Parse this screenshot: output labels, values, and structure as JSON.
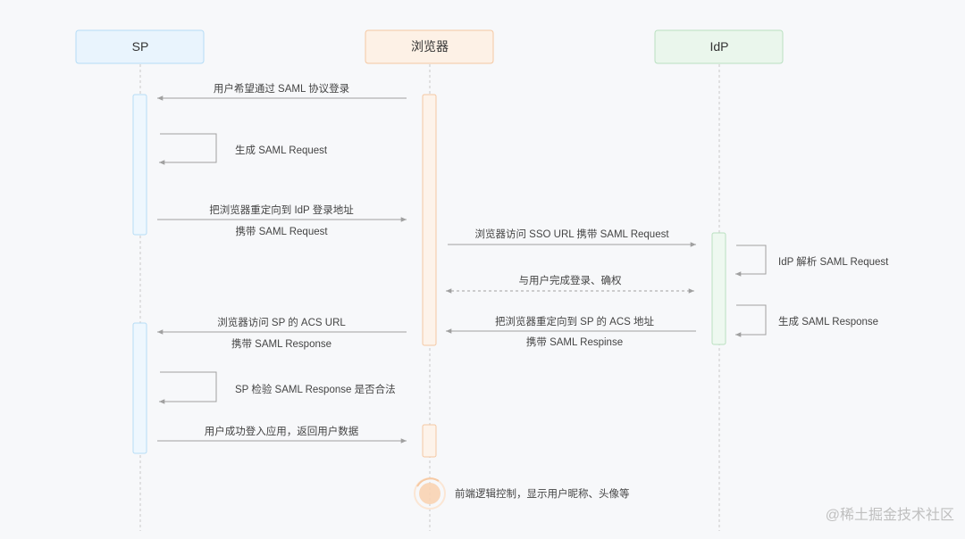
{
  "actors": {
    "sp": {
      "label": "SP",
      "fill": "#e9f4fd",
      "stroke": "#b5dcf6"
    },
    "browser": {
      "label": "浏览器",
      "fill": "#fdf1e6",
      "stroke": "#f4c7a1"
    },
    "idp": {
      "label": "IdP",
      "fill": "#eaf6ec",
      "stroke": "#b9e0c0"
    }
  },
  "messages": [
    {
      "text": "用户希望通过 SAML 协议登录"
    },
    {
      "text": "生成 SAML Request"
    },
    {
      "text": "把浏览器重定向到 IdP 登录地址"
    },
    {
      "text": "携带 SAML Request"
    },
    {
      "text": "浏览器访问 SSO URL 携带 SAML Request"
    },
    {
      "text": "IdP 解析 SAML Request"
    },
    {
      "text": "与用户完成登录、确权"
    },
    {
      "text": "浏览器访问 SP 的 ACS URL"
    },
    {
      "text": "携带 SAML Response"
    },
    {
      "text": "把浏览器重定向到 SP 的 ACS 地址"
    },
    {
      "text": "携带 SAML Respinse"
    },
    {
      "text": "生成 SAML Response"
    },
    {
      "text": "SP 检验 SAML Response 是否合法"
    },
    {
      "text": "用户成功登入应用，返回用户数据"
    },
    {
      "text": "前端逻辑控制，显示用户昵称、头像等"
    }
  ],
  "watermark": "@稀土掘金技术社区",
  "colors": {
    "line": "#a0a0a0",
    "lifeline": "#c8c8c8",
    "spinner": "#f6c9a3"
  }
}
